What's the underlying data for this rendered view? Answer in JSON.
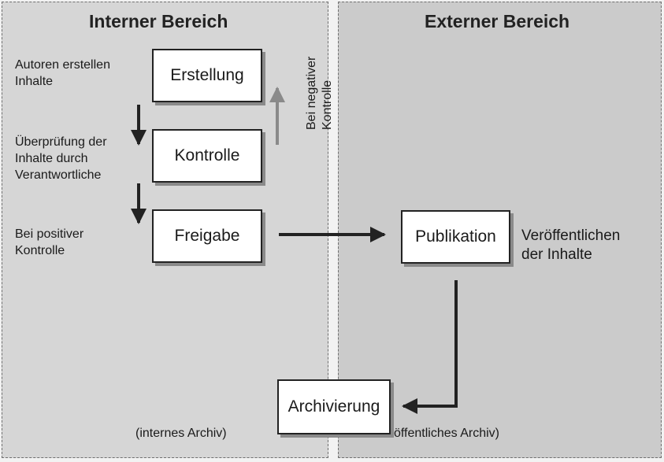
{
  "panels": {
    "internal": {
      "title": "Interner Bereich"
    },
    "external": {
      "title": "Externer Bereich"
    }
  },
  "boxes": {
    "erstellung": "Erstellung",
    "kontrolle": "Kontrolle",
    "freigabe": "Freigabe",
    "publikation": "Publikation",
    "archivierung": "Archivierung"
  },
  "notes": {
    "autoren": [
      "Autoren erstellen",
      "Inhalte"
    ],
    "pruefung": [
      "Überprüfung der",
      "Inhalte durch",
      "Verantwortliche"
    ],
    "positiv": [
      "Bei positiver",
      "Kontrolle"
    ],
    "negativ": [
      "Bei negativer",
      "Kontrolle"
    ],
    "veroeffentlichen": [
      "Veröffentlichen",
      "der Inhalte"
    ],
    "internes_archiv": "(internes Archiv)",
    "oeffentliches_archiv": "öffentliches Archiv)"
  },
  "colors": {
    "internal_bg": "#d6d6d6",
    "external_bg": "#cbcbcb",
    "arrow_dark": "#222222",
    "arrow_light": "#8a8a8a"
  }
}
